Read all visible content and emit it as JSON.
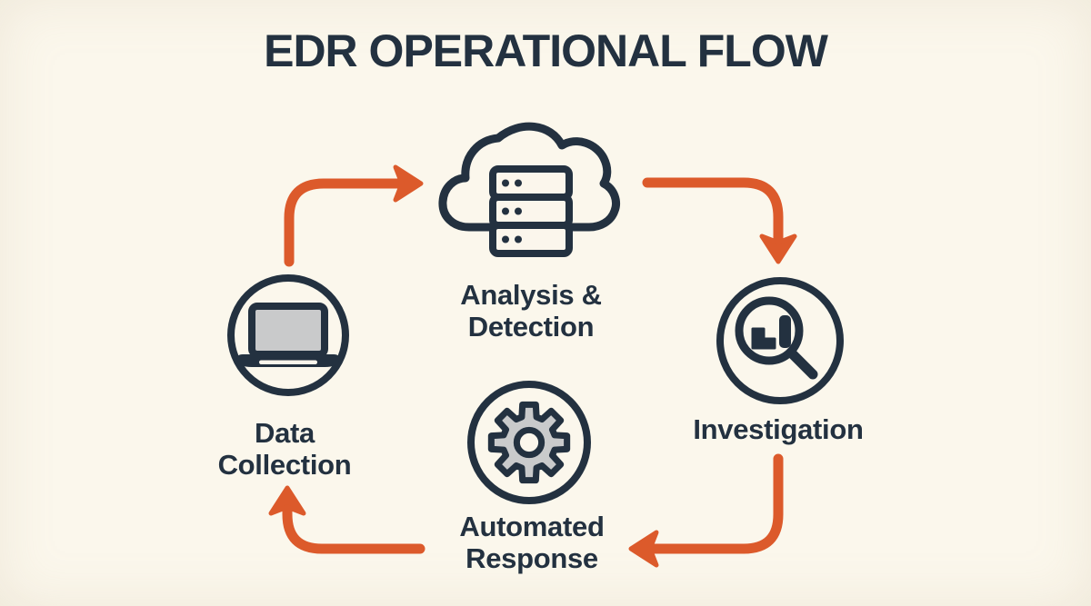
{
  "title": "EDR OPERATIONAL FLOW",
  "palette": {
    "background": "#FBF6EC",
    "ink": "#233140",
    "accent_orange": "#DC5A2B",
    "device_gray": "#C9CACB"
  },
  "nodes": [
    {
      "id": "data-collection",
      "label": "Data Collection",
      "lines": [
        "Data",
        "Collection"
      ],
      "icon": "laptop-icon"
    },
    {
      "id": "analysis-detection",
      "label": "Analysis & Detection",
      "lines": [
        "Analysis &",
        "Detection"
      ],
      "icon": "cloud-server-icon"
    },
    {
      "id": "investigation",
      "label": "Investigation",
      "lines": [
        "Investigation"
      ],
      "icon": "magnifier-chart-icon"
    },
    {
      "id": "automated-response",
      "label": "Automated Response",
      "lines": [
        "Automated",
        "Response"
      ],
      "icon": "gear-icon"
    }
  ],
  "flow_order": [
    "data-collection",
    "analysis-detection",
    "investigation",
    "automated-response",
    "data-collection"
  ]
}
